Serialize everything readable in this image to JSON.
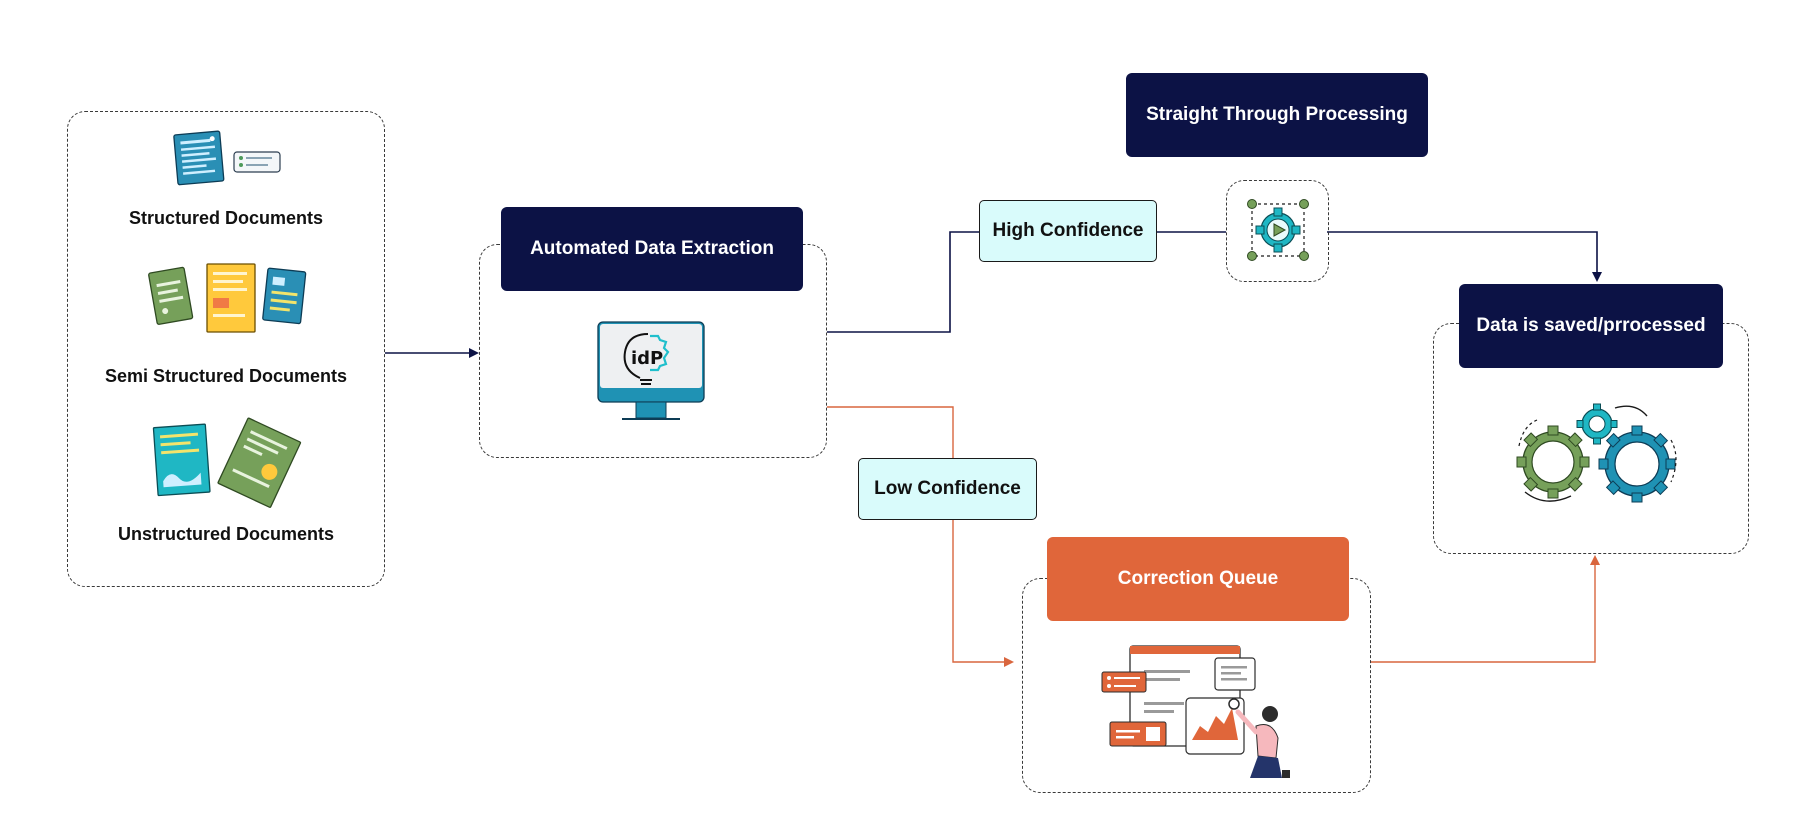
{
  "sources": {
    "structured_label": "Structured Documents",
    "semi_structured_label": "Semi Structured Documents",
    "unstructured_label": "Unstructured Documents"
  },
  "extraction": {
    "title": "Automated Data Extraction",
    "logo_text": "idP"
  },
  "high_confidence_label": "High Confidence",
  "low_confidence_label": "Low Confidence",
  "stp": {
    "title": "Straight Through Processing"
  },
  "output": {
    "title": "Data is saved/prrocessed"
  },
  "correction": {
    "title": "Correction Queue"
  },
  "colors": {
    "navy": "#0c1245",
    "orange": "#e0663a",
    "confidence_fill": "#d9fbfb",
    "teal": "#1fb7c4",
    "green": "#76a05a"
  }
}
